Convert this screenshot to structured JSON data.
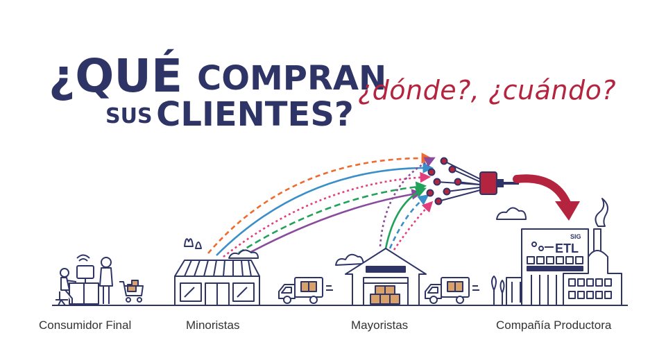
{
  "title": {
    "line1_question": "¿QUÉ",
    "line1_rest": "COMPRAN",
    "line2_sus": "SUS",
    "line2_rest": "CLIENTES?"
  },
  "subtitle": "¿dónde?, ¿cuándo?",
  "stages": [
    {
      "label": "Consumidor Final"
    },
    {
      "label": "Minoristas"
    },
    {
      "label": "Mayoristas"
    },
    {
      "label": "Compañía Productora"
    }
  ],
  "building_sign": {
    "brand": "SIG",
    "product": "ETL"
  },
  "colors": {
    "title": "#2e3566",
    "subtitle": "#b5243f",
    "line_art": "#2e3566",
    "flow_orange": "#ef6a2c",
    "flow_blue": "#3a8fc9",
    "flow_pink": "#e23e7c",
    "flow_green": "#22a15a",
    "flow_purple": "#8a4b9c",
    "plug": "#b5243f",
    "boxes": "#d9a16a"
  }
}
